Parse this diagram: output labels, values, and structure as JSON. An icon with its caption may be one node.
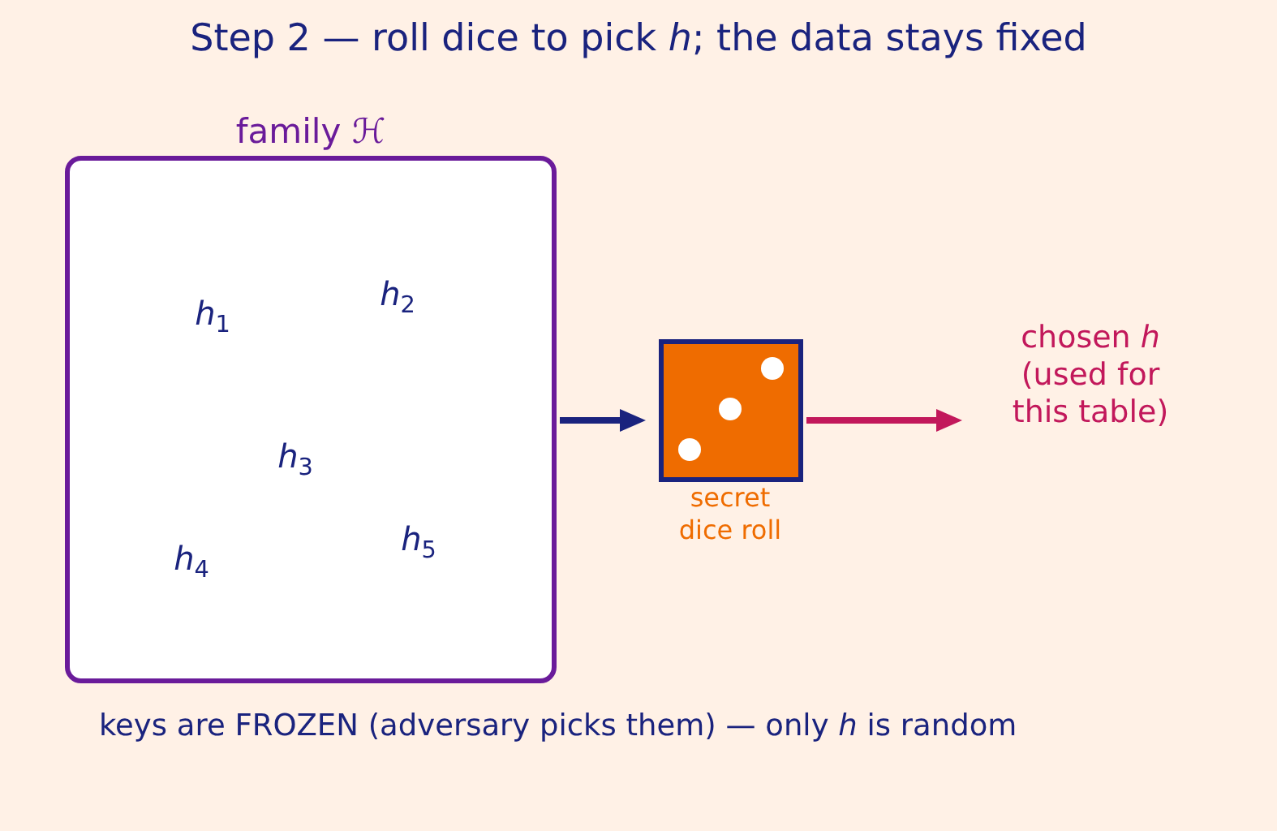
{
  "diagram": {
    "title": "Step 2 — roll dice to pick *h*; the data stays fixed",
    "caption": "keys are FROZEN (adversary picks them) — only *h* is random",
    "nodes": [
      {
        "text": [
          "family ℋ",
          "*h*$_{1}$",
          "*h*$_{2}$",
          "*h*$_{3}$",
          "*h*$_{4}$",
          "*h*$_{5}$"
        ]
      },
      {
        "text": [],
        "shape": "box",
        "beside": [
          "secret dice roll"
        ]
      },
      {
        "text": [
          "chosen *h* (used for this table)"
        ]
      }
    ],
    "edges": [
      {
        "from": 0,
        "to": 1,
        "arrow": "to",
        "color": "#1a237e"
      },
      {
        "from": 1,
        "to": 2,
        "arrow": "to",
        "color": "#c2185b"
      }
    ]
  }
}
